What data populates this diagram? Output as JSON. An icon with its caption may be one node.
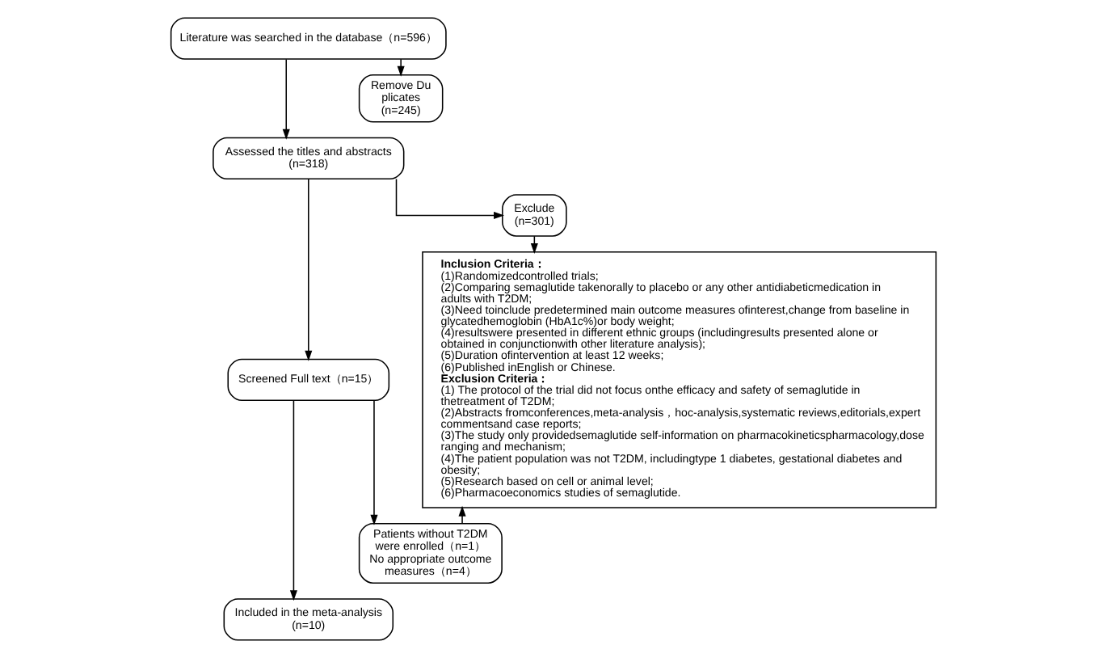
{
  "diagram": {
    "nodes": [
      {
        "text": [
          "Literature was searched in the database（n=596）"
        ]
      },
      {
        "text": [
          "Remove Du plicates (n=245)"
        ]
      },
      {
        "text": [
          "Assessed the titles and abstracts (n=318)"
        ]
      },
      {
        "text": [
          "Exclude (n=301)"
        ]
      },
      {
        "text": [
          "Screened Full text（n=15）"
        ]
      },
      {
        "text": [
          "Patients without T2DM were enrolled（n=1）",
          "No appropriate outcome measures（n=4）"
        ]
      },
      {
        "text": [
          "Included in the meta-analysis (n=10)"
        ]
      },
      {
        "text": [
          "Inclusion Criteria：",
          "(1)Randomizedcontrolled trials;",
          "(2)Comparing semaglutide takenorally to placebo or any other antidiabeticmedication in adults with T2DM;",
          "(3)Need toinclude predetermined main outcome measures ofinterest,change from baseline in glycatedhemoglobin (HbA1c%)or body weight;",
          "(4)resultswere presented in different ethnic groups (includingresults presented alone or obtained in conjunctionwith other literature analysis);",
          "(5)Duration ofintervention at least 12 weeks;",
          "(6)Published inEnglish or Chinese.",
          "Exclusion Criteria：",
          "(1) The protocol of the trial did not focus onthe efficacy and safety of semaglutide in thetreatment of T2DM;",
          "(2)Abstracts fromconferences,meta-analysis，hoc-analysis,systematic reviews,editorials,expert commentsand case reports;",
          "(3)The study only providedsemaglutide self-information on pharmacokineticspharmacology,dose ranging and mechanism;",
          "(4)The patient population was not T2DM, includingtype 1 diabetes, gestational diabetes and obesity;",
          "(5)Research based on cell or animal level;",
          "(6)Pharmacoeconomics studies of semaglutide."
        ]
      }
    ],
    "edges": [
      {
        "from": 0,
        "to": 2,
        "arrow": "to"
      },
      {
        "from": 0,
        "to": 1,
        "arrow": "to"
      },
      {
        "from": 2,
        "to": 4,
        "arrow": "to"
      },
      {
        "from": 2,
        "to": 3,
        "arrow": "to"
      },
      {
        "from": 4,
        "to": 6,
        "arrow": "to"
      },
      {
        "from": 4,
        "to": 5,
        "arrow": "to"
      },
      {
        "from": 3,
        "to": 7,
        "arrow": "to"
      },
      {
        "from": 5,
        "to": 7,
        "arrow": "to"
      }
    ]
  }
}
